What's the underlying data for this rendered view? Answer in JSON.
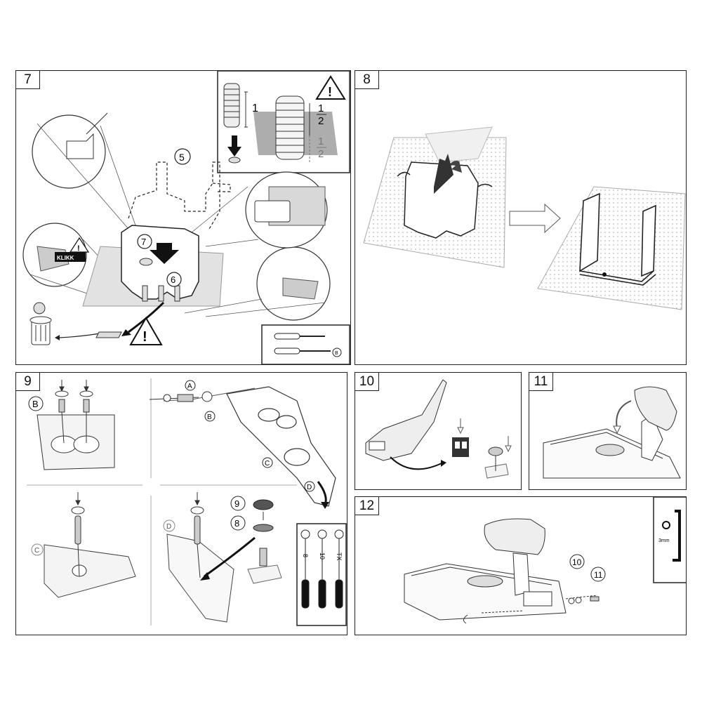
{
  "panels": {
    "p7": {
      "number": "7"
    },
    "p8": {
      "number": "8"
    },
    "p9": {
      "number": "9"
    },
    "p10": {
      "number": "10"
    },
    "p11": {
      "number": "11"
    },
    "p12": {
      "number": "12"
    }
  },
  "callouts": {
    "p7_five": "5",
    "p7_seven": "7",
    "p7_six": "6",
    "p7_inset_one": "1",
    "p7_inset_half_a_num": "1",
    "p7_inset_half_a_den": "2",
    "p7_inset_half_b_num": "1",
    "p7_inset_half_b_den": "2",
    "p7_klikk": "KLIKK",
    "p7_tool_badge": "B",
    "p9_B_big": "B",
    "p9_A": "A",
    "p9_B": "B",
    "p9_C": "C",
    "p9_D": "D",
    "p9_C_small": "C",
    "p9_D_small": "D",
    "p9_nine": "9",
    "p9_eight": "8",
    "p9_tool_8": "8",
    "p9_tool_10": "10",
    "p9_tool_tx": "TX",
    "p12_ten": "10",
    "p12_eleven": "11",
    "p12_hex_size": "3mm"
  },
  "icons": {
    "warning": "warning-triangle-icon",
    "bin": "trash-bin-icon",
    "screwdriver": "screwdriver-icon",
    "hex_key": "allen-key-icon"
  }
}
